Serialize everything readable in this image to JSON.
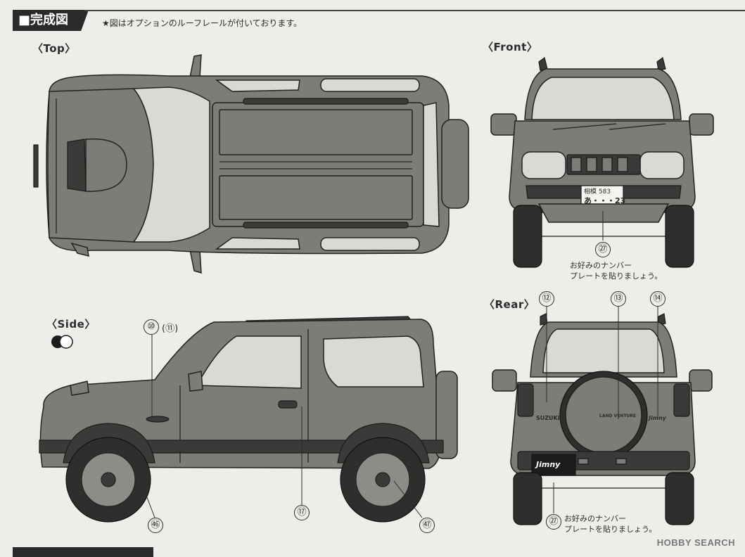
{
  "header": {
    "title": "■完成図",
    "note": "★図はオプションのルーフレールが付いております。"
  },
  "views": {
    "top": "〈Top〉",
    "front": "〈Front〉",
    "side": "〈Side〉",
    "rear": "〈Rear〉"
  },
  "callouts": {
    "c10": "⑩",
    "c11": "(⑪)",
    "c12": "⑫",
    "c13": "⑬",
    "c14": "⑭",
    "c17": "⑰",
    "c27_front": "㉗",
    "c27_rear": "㉗",
    "c46": "㊻",
    "c47": "㊼"
  },
  "plate_note": {
    "line1": "お好みのナンバー",
    "line2": "プレートを貼りましょう。"
  },
  "front_plate": {
    "top": "相模 583",
    "bottom": "あ・・・23"
  },
  "rear_badges": {
    "suzuki": "SUZUKI",
    "land_venture": "LAND VENTURE",
    "jimny": "Jimny",
    "plate_jimny": "Jimny"
  },
  "watermark": "HOBBY SEARCH",
  "colors": {
    "body_paint": "#7d7d78",
    "background": "#ededea",
    "header_bg": "#2a2a2a"
  }
}
